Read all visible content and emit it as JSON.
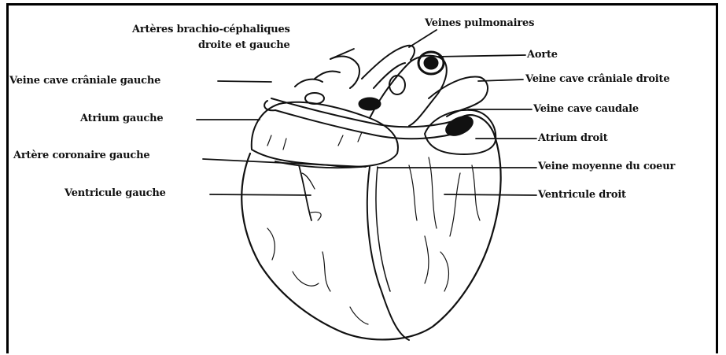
{
  "labels": {
    "arteres_bc": "Artères brachio-céphaliques",
    "arteres_bc_2": "droite et gauche",
    "veines_pulm": "Veines pulmonaires",
    "aorte": "Aorte",
    "vcc_gauche": "Veine cave crâniale gauche",
    "vcc_droite": "Veine cave crâniale droite",
    "atrium_gauche": "Atrium gauche",
    "vc_caudale": "Veine cave caudale",
    "atrium_droit": "Atrium droit",
    "coronaire_gauche": "Artère coronaire gauche",
    "veine_moyenne": "Veine moyenne du coeur",
    "ventricule_gauche": "Ventricule gauche",
    "ventricule_droit": "Ventricule droit"
  }
}
